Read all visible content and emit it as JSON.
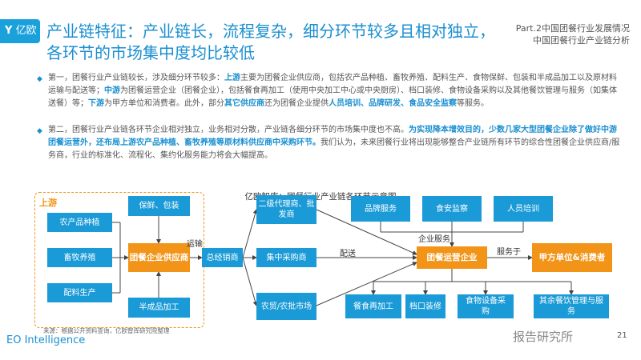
{
  "logo": {
    "text": "亿欧"
  },
  "title": "产业链特征：产业链长，流程复杂，细分环节较多且相对独立，各环节的市场集中度均比较低",
  "part": {
    "line1": "Part.2中国团餐行业发展情况",
    "line2": "中国团餐行业产业链分析"
  },
  "para1": {
    "t1": "第一，团餐行业产业链较长，涉及细分环节较多：",
    "h1": "上游",
    "t2": "主要为团餐企业供应商，包括农产品种植、畜牧养殖、配料生产、食物保鲜、包装和半成品加工以及原材料运输与配送等；",
    "h2": "中游",
    "t3": "为团餐运营企业（团餐企业），包括餐食再加工（使用中央加工中心或中央厨房）、档口装修、食物设备采购以及其他餐饮管理与服务（如集体送餐）等；",
    "h3": "下游",
    "t4": "为甲方单位和消费者。此外，部分",
    "h4": "其它供应商",
    "t5": "还为团餐企业提供",
    "h5": "人员培训、品牌研发、食品安全监察",
    "t6": "等服务。"
  },
  "para2": {
    "t1": "第二，团餐行业产业链各环节企业相对独立，业务相对分散，产业链各细分环节的市场集中度也不高。",
    "h1": "为实现降本增效目的，少数几家大型团餐企业除了做好中游团餐运营外，还布局上游农产品种植、畜牧养殖等原材料供应商中采购环节。",
    "t2": "我们认为，未来团餐行业将出现能够整合产业链所有环节的综合性团餐企业供应商/服务商，行业的标准化、流程化、集约化服务能力将会大幅提高。"
  },
  "diagram": {
    "title": "亿欧智库：团餐行业产业链各环节示意图",
    "upstream_label": "上游",
    "boxes": {
      "agri": "农产品种植",
      "livestock": "畜牧养殖",
      "ingredients": "配料生产",
      "preserve": "保鲜、包装",
      "supplier": "团餐企业供应商",
      "semi": "半成品加工",
      "distributor": "总经销商",
      "secondary": "二级代理商、批发商",
      "central": "集中采购商",
      "market": "农贸/农批市场",
      "brand": "品牌服务",
      "safety": "食安监察",
      "training": "人员培训",
      "operator": "团餐运营企业",
      "client": "甲方单位&消费者",
      "reprocess": "餐食再加工",
      "decor": "档口装修",
      "equipment": "食物设备采购",
      "other": "其余餐饮管理与服务"
    },
    "labels": {
      "transport": "运输",
      "delivery": "配送",
      "enterprise_service": "企业服务",
      "serve": "服务于"
    }
  },
  "footer": {
    "source": "来源：根据公开资料查询，亿欧智库研究院整理",
    "brand": "EO Intelligence",
    "watermark": "报告研究所",
    "page": "21"
  },
  "colors": {
    "blue": "#1a9ad6",
    "orange": "#f29418",
    "title_blue": "#1a8fd0"
  }
}
